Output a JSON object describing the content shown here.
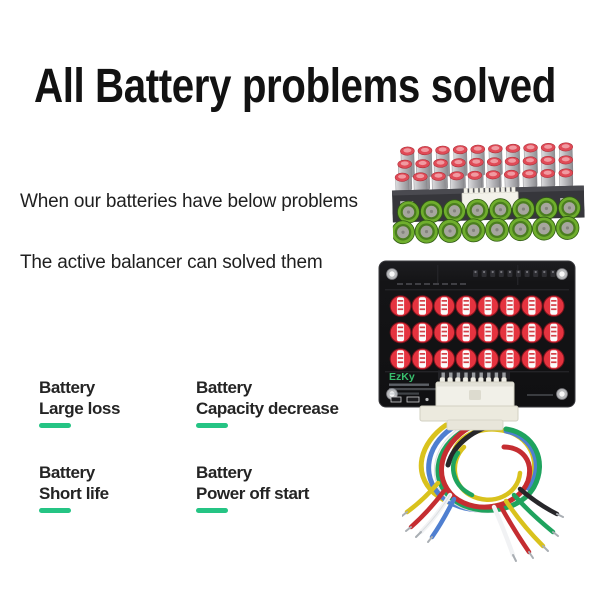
{
  "meta": {
    "background_color": "#ffffff",
    "accent_color": "#25c484",
    "title_color": "#121212",
    "body_text_color": "#1f1f1f"
  },
  "title": "All Battery problems solved",
  "intro": {
    "line1": "When our batteries have below problems",
    "line2": "The active balancer can solved them"
  },
  "problems": [
    {
      "line1": "Battery",
      "line2": "Large loss"
    },
    {
      "line1": "Battery",
      "line2": "Capacity decrease"
    },
    {
      "line1": "Battery",
      "line2": "Short life"
    },
    {
      "line1": "Battery",
      "line2": "Power off start"
    }
  ],
  "images": {
    "angled_module": "angled active balancer module with red-top capacitors and green cell capacitors",
    "balancer_board": "black active balancer PCB with 24 red capacitors and white plug",
    "board_logo": "EzKy",
    "wire_harness": "coiled multicolor balance lead wire harness"
  }
}
